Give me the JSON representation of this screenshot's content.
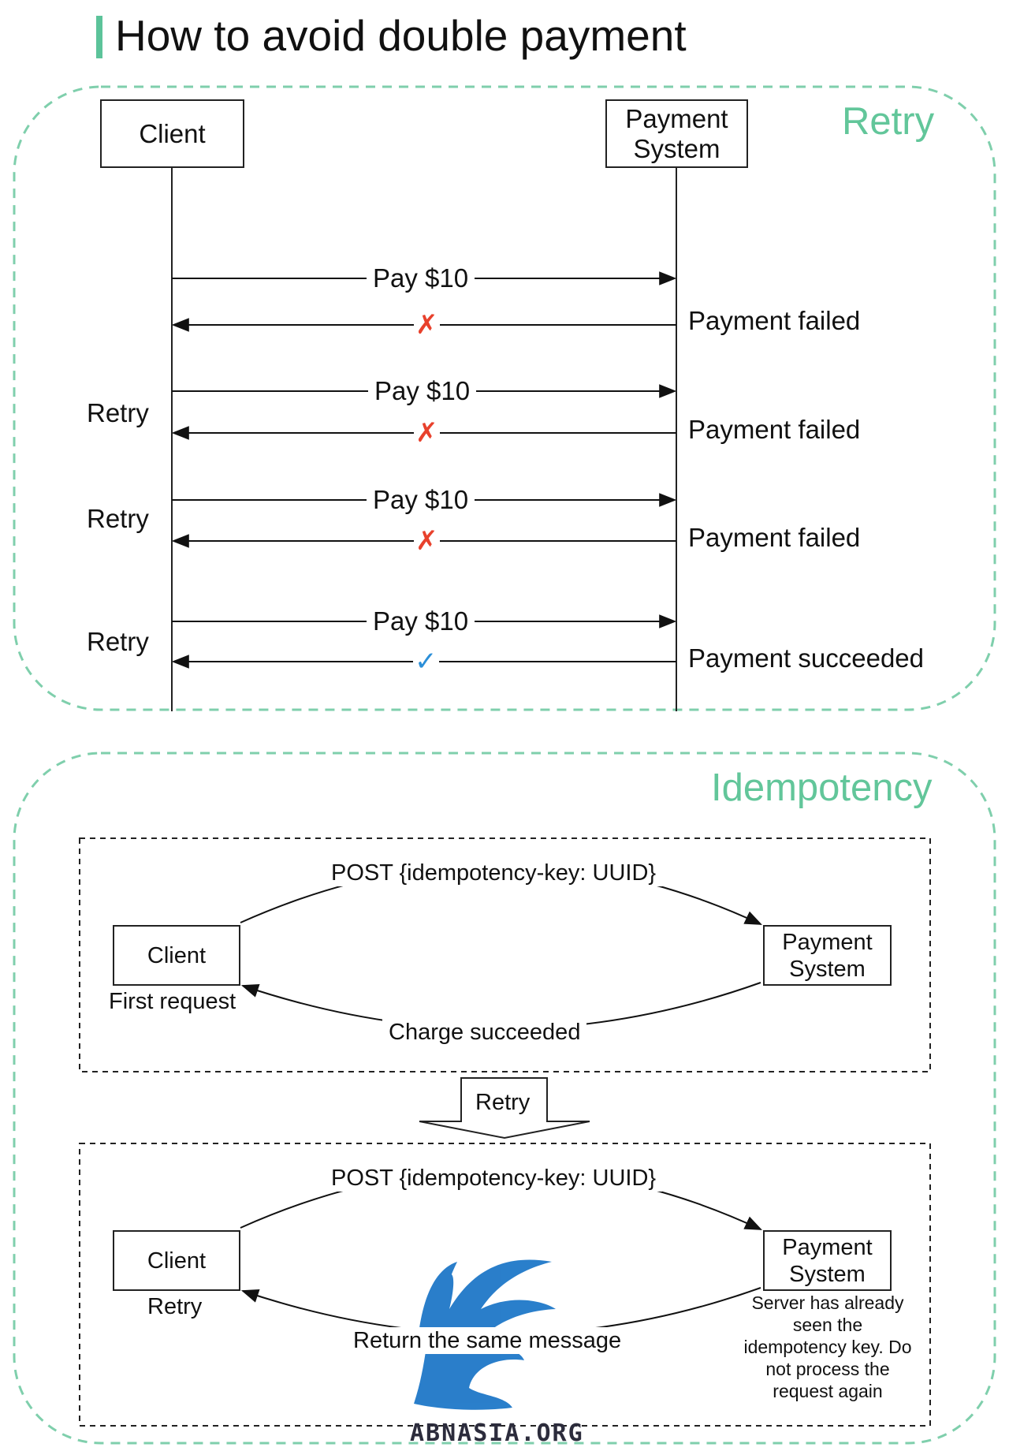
{
  "title": "How to avoid double payment",
  "retry_section": {
    "label": "Retry",
    "client": "Client",
    "payment_system": "Payment\nSystem",
    "messages": [
      {
        "request": "Pay $10",
        "response": "Payment failed",
        "result": "failed",
        "side_label": ""
      },
      {
        "request": "Pay $10",
        "response": "Payment failed",
        "result": "failed",
        "side_label": "Retry"
      },
      {
        "request": "Pay $10",
        "response": "Payment failed",
        "result": "failed",
        "side_label": "Retry"
      },
      {
        "request": "Pay $10",
        "response": "Payment succeeded",
        "result": "succeeded",
        "side_label": "Retry"
      }
    ],
    "failed_mark": "✗",
    "success_mark": "✓"
  },
  "idempotency_section": {
    "label": "Idempotency",
    "first_panel": {
      "request": "POST {idempotency-key: UUID}",
      "client": "Client",
      "client_note": "First request",
      "payment_system": "Payment\nSystem",
      "response": "Charge succeeded"
    },
    "transition_label": "Retry",
    "second_panel": {
      "request": "POST {idempotency-key: UUID}",
      "client": "Client",
      "client_note": "Retry",
      "payment_system": "Payment\nSystem",
      "response": "Return the same message",
      "server_note": "Server has already seen the idempotency key. Do not process the request again"
    }
  },
  "watermark": "ABNASIA.ORG",
  "colors": {
    "accent_green": "#62c69a",
    "dashed_border": "#7fcfac",
    "failed_red": "#e8412c",
    "success_blue": "#2b8fd8",
    "watermark_blue": "#1f78c8"
  }
}
